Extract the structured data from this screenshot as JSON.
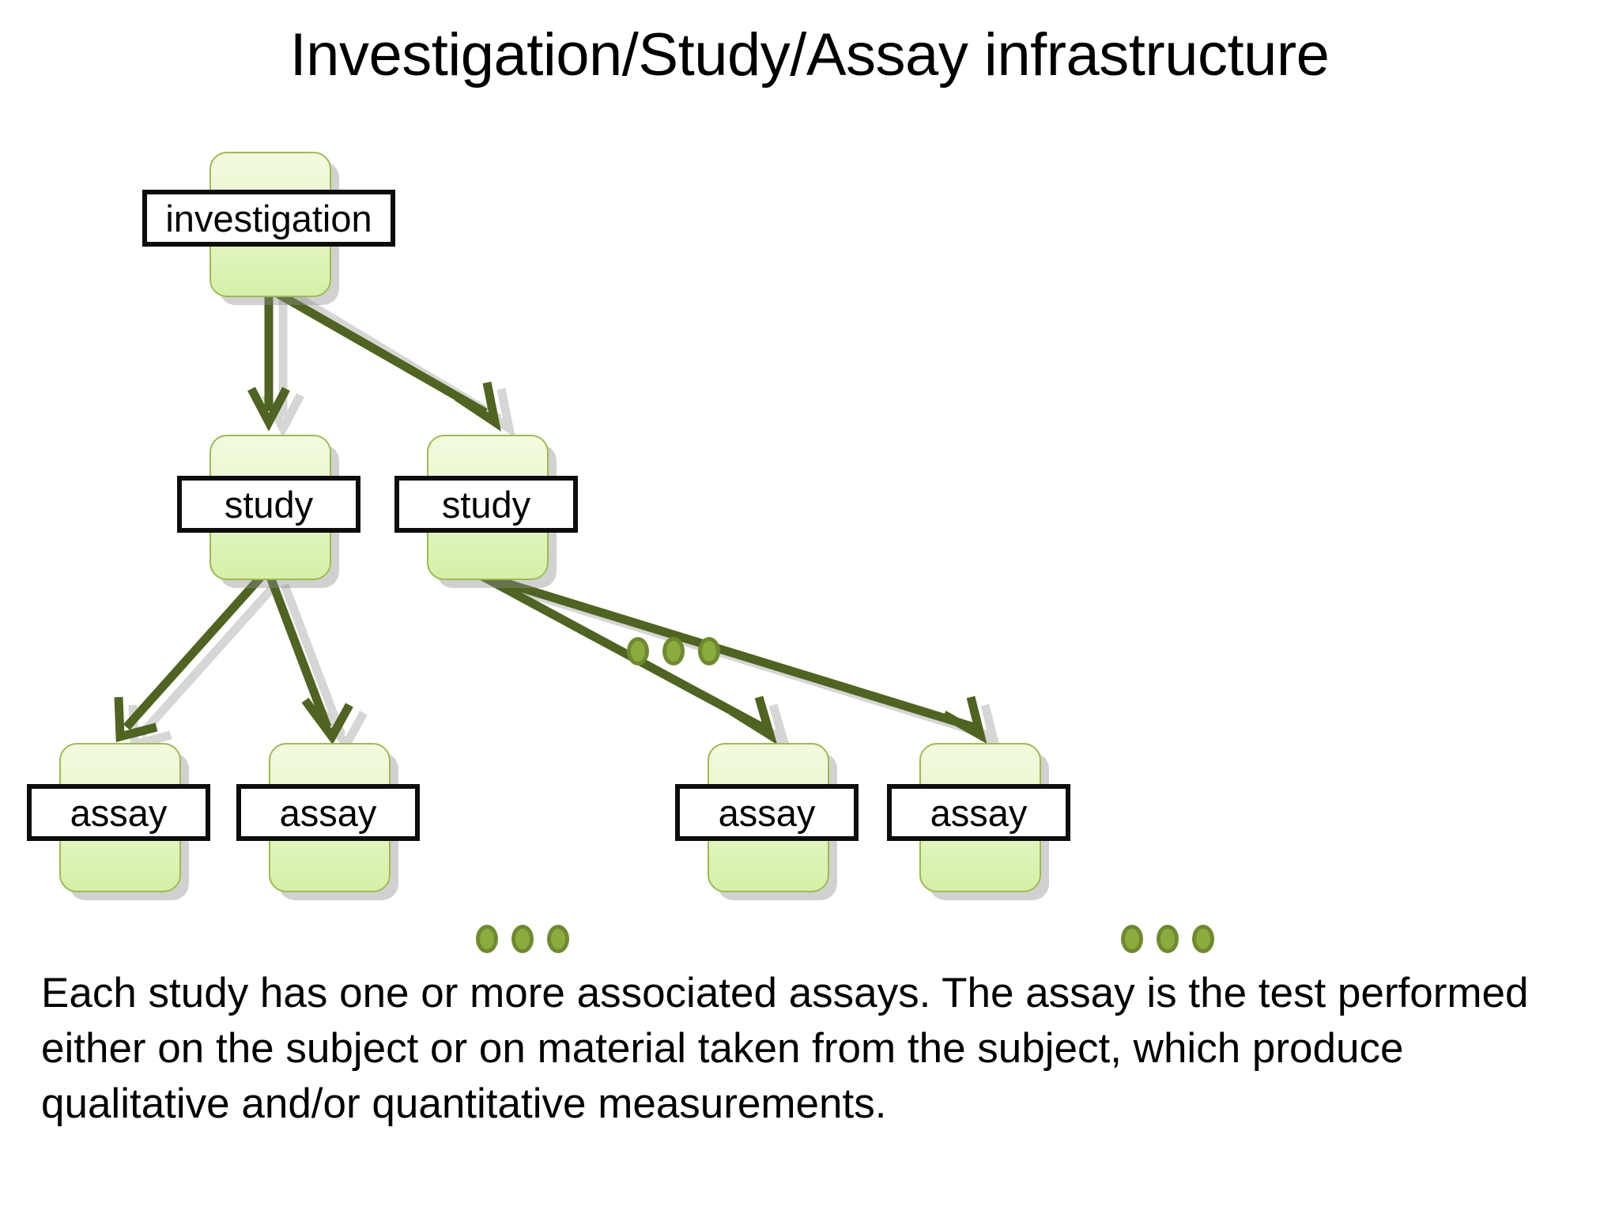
{
  "slide": {
    "title": "Investigation/Study/Assay infrastructure",
    "caption": "Each study has one or more associated assays. The assay is the test performed either on the subject or on material taken from the subject, which produce qualitative and/or quantitative measurements."
  },
  "colors": {
    "node_fill_top": "#f3fadf",
    "node_fill_bottom": "#d5f0a8",
    "node_border": "#9dbb4e",
    "node_shadow": "#c9c9c9",
    "label_border": "#0d0d0d",
    "label_fill": "#ffffff",
    "arrow": "#4e6420",
    "arrow_shadow": "#d4d4d4",
    "dot_fill": "#8cab3f",
    "dot_border": "#6f8a2e",
    "text": "#000000",
    "background": "#ffffff"
  },
  "diagram": {
    "type": "hierarchy",
    "levels": [
      {
        "name": "investigation-level",
        "nodes": [
          {
            "id": "investigation-1",
            "label": "investigation"
          }
        ]
      },
      {
        "name": "study-level",
        "nodes": [
          {
            "id": "study-1",
            "label": "study"
          },
          {
            "id": "study-2",
            "label": "study"
          }
        ],
        "ellipsis": {
          "id": "study-ellipsis",
          "dots": 3
        }
      },
      {
        "name": "assay-level",
        "nodes": [
          {
            "id": "assay-1",
            "label": "assay"
          },
          {
            "id": "assay-2",
            "label": "assay"
          },
          {
            "id": "assay-3",
            "label": "assay"
          },
          {
            "id": "assay-4",
            "label": "assay"
          }
        ],
        "ellipses": [
          {
            "id": "assay-ellipsis-left",
            "dots": 3
          },
          {
            "id": "assay-ellipsis-right",
            "dots": 3
          }
        ]
      }
    ],
    "edges": [
      {
        "from": "investigation-1",
        "to": "study-1"
      },
      {
        "from": "investigation-1",
        "to": "study-2"
      },
      {
        "from": "study-1",
        "to": "assay-1"
      },
      {
        "from": "study-1",
        "to": "assay-2"
      },
      {
        "from": "study-2",
        "to": "assay-3"
      },
      {
        "from": "study-2",
        "to": "assay-4"
      }
    ]
  }
}
